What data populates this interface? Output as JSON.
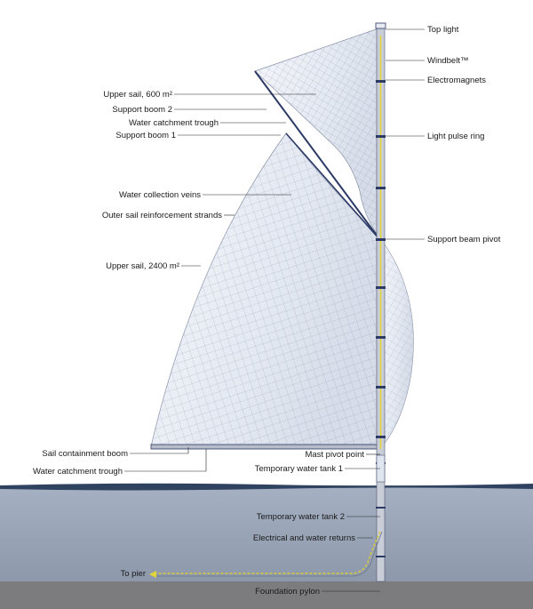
{
  "labels_left": [
    {
      "key": "upper_sail_600",
      "text": "Upper sail, 600 m²"
    },
    {
      "key": "support_boom_2",
      "text": "Support boom 2"
    },
    {
      "key": "water_catchment_trough_upper",
      "text": "Water catchment trough"
    },
    {
      "key": "support_boom_1",
      "text": "Support boom 1"
    },
    {
      "key": "water_collection_veins",
      "text": "Water collection veins"
    },
    {
      "key": "outer_sail_reinforcement",
      "text": "Outer sail reinforcement strands"
    },
    {
      "key": "upper_sail_2400",
      "text": "Upper sail, 2400 m²"
    },
    {
      "key": "sail_containment_boom",
      "text": "Sail containment boom"
    },
    {
      "key": "water_catchment_trough_lower",
      "text": "Water catchment trough"
    }
  ],
  "labels_right": [
    {
      "key": "top_light",
      "text": "Top light"
    },
    {
      "key": "windbelt",
      "text": "Windbelt™"
    },
    {
      "key": "electromagnets",
      "text": "Electromagnets"
    },
    {
      "key": "light_pulse_ring",
      "text": "Light pulse ring"
    },
    {
      "key": "support_beam_pivot",
      "text": "Support beam pivot"
    },
    {
      "key": "mast_pivot_point",
      "text": "Mast pivot point"
    },
    {
      "key": "temp_water_tank_1",
      "text": "Temporary water tank 1"
    },
    {
      "key": "temp_water_tank_2",
      "text": "Temporary water tank 2"
    },
    {
      "key": "electrical_water_returns",
      "text": "Electrical and water returns"
    },
    {
      "key": "foundation_pylon",
      "text": "Foundation pylon"
    }
  ],
  "to_pier": "To pier",
  "colors": {
    "sail_fill": "#e9edf5",
    "sail_mesh": "#8a93a8",
    "mast": "#b9bfcc",
    "mast_dark": "#2c3a66",
    "sea_surface": "#2f4260",
    "sea_body": "#9ba8ba",
    "seabed": "#7c7c7e",
    "windbelt": "#e3d43a",
    "leader": "#222222"
  }
}
